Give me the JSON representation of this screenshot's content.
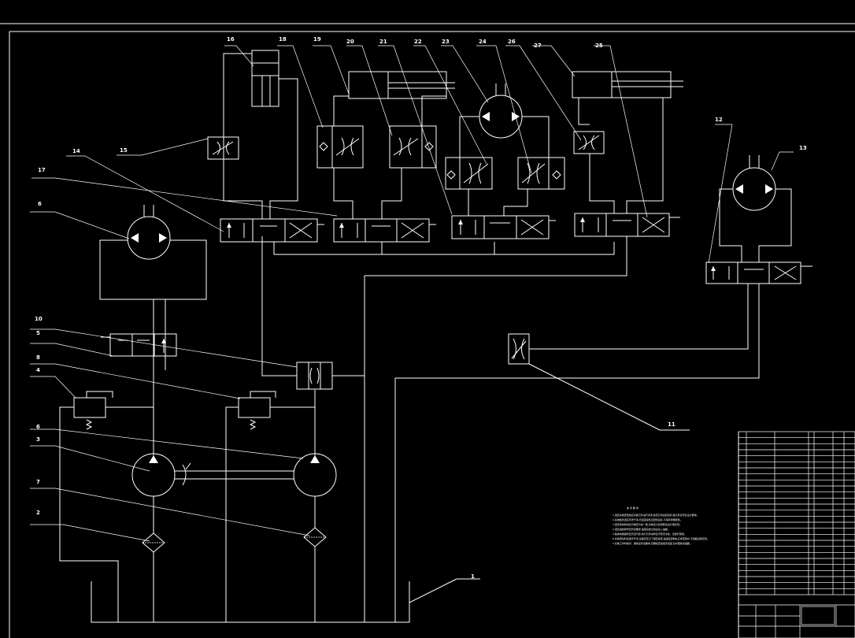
{
  "diagram": {
    "background": "#000000",
    "stroke": "#ffffff",
    "labels": {
      "l1": "1",
      "l2": "2",
      "l3": "3",
      "l4": "4",
      "l5": "5",
      "l6a": "6",
      "l6b": "6",
      "l7": "7",
      "l8": "8",
      "l10": "10",
      "l11": "11",
      "l12": "12",
      "l13": "13",
      "l14": "14",
      "l15": "15",
      "l16": "16",
      "l17": "17",
      "l18": "18",
      "l19": "19",
      "l20": "20",
      "l21": "21",
      "l22": "22",
      "l23": "23",
      "l24": "24",
      "l25": "25",
      "l26": "26",
      "l27": "27"
    },
    "notes_title": "技 术 要 求",
    "notes": [
      "1.液压系统安装前应对各元件进行清洗,检查元件是否完好,各元件应符合设计要求。",
      "2.系统各管道应清洗干净,管道连接处应密封良好,不得有渗漏现象。",
      "3.液压泵的转向应与规定方向一致,系统压力应调整至设计规定值。",
      "4.液压油的牌号应符合要求,油液应经过滤后注入油箱。",
      "5.各换向阀操作应灵活可靠,执行元件动作应平稳无冲击、无爬行现象。",
      "6.系统调试时应逐步升压,在额定压力下保压检查,油温应控制在正常范围内,不得超过规定值。",
      "7.系统工作时噪声、振动应符合要求,定期检查油液清洁度,及时更换滤油器。"
    ],
    "parts_rows": 27
  }
}
